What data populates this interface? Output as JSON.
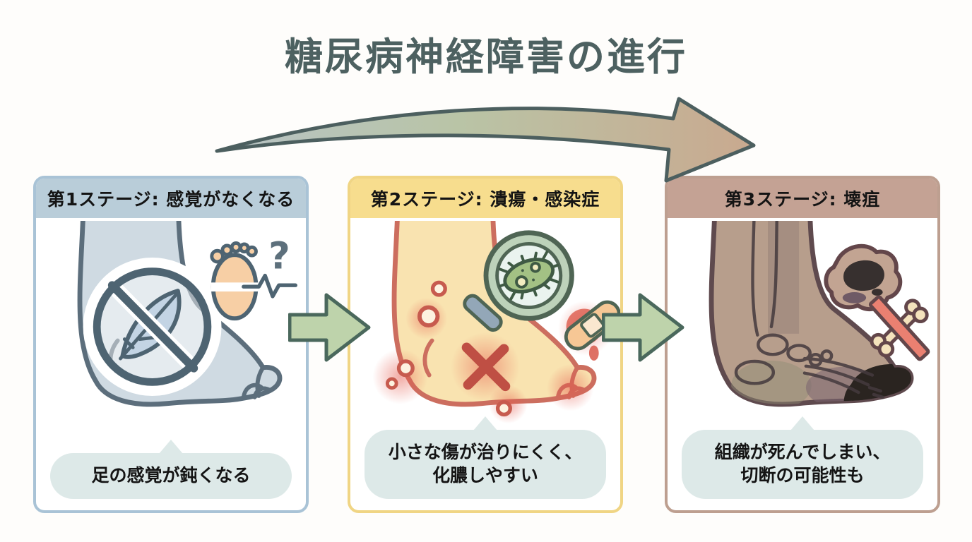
{
  "title": "糖尿病神経障害の進行",
  "stages": [
    {
      "header": "第1ステージ: 感覚がなくなる",
      "caption_lines": [
        "足の感覚が鈍くなる"
      ],
      "accent_color": "#a9c3d6",
      "header_bg": "#b9cdd9",
      "icons": [
        "numb-foot-icon",
        "no-feather-prohibition-icon",
        "foot-pulse-icon",
        "question-mark-icon"
      ]
    },
    {
      "header": "第2ステージ: 潰瘍・感染症",
      "caption_lines": [
        "小さな傷が治りにくく、",
        "化膿しやすい"
      ],
      "accent_color": "#f0d584",
      "header_bg": "#f7dd8e",
      "icons": [
        "ulcerated-foot-icon",
        "magnifier-bacteria-icon",
        "bandage-icon",
        "wound-cross-icon"
      ]
    },
    {
      "header": "第3ステージ: 壊疽",
      "caption_lines": [
        "組織が死んでしまい、",
        "切断の可能性も"
      ],
      "accent_color": "#bd9f90",
      "header_bg": "#c4a294",
      "icons": [
        "gangrene-foot-icon",
        "necrotic-tissue-icon",
        "crossed-bone-icon"
      ]
    }
  ],
  "glyphs": {
    "question_mark": "?"
  },
  "colors": {
    "title_text": "#4d6161",
    "caption_bubble_bg": "#dde9e8",
    "step_arrow_fill": "#bed3ab",
    "step_arrow_stroke": "#4a685c",
    "progress_arrow_gradient": [
      "#b7c3c6",
      "#b9c4a6",
      "#c9a98f"
    ],
    "progress_arrow_stroke": "#4c5f5f"
  }
}
